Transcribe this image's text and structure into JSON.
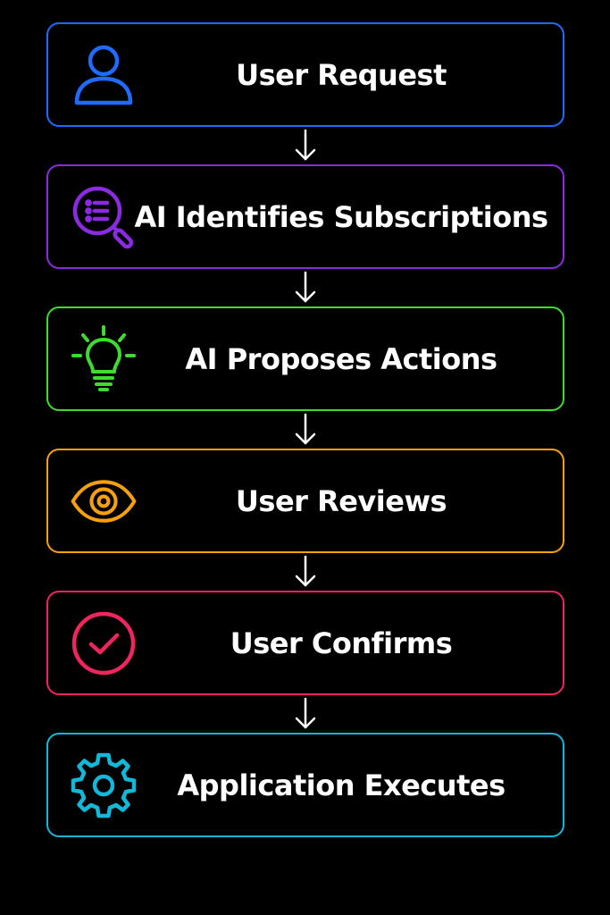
{
  "steps": [
    {
      "label": "User Request",
      "icon": "user-icon",
      "color": "#1f6bff"
    },
    {
      "label": "AI Identifies Subscriptions",
      "icon": "search-list-icon",
      "color": "#8a2be2"
    },
    {
      "label": "AI Proposes Actions",
      "icon": "lightbulb-icon",
      "color": "#3fdc2f"
    },
    {
      "label": "User Reviews",
      "icon": "eye-icon",
      "color": "#f5a10f"
    },
    {
      "label": "User Confirms",
      "icon": "check-circle-icon",
      "color": "#f0245e"
    },
    {
      "label": "Application Executes",
      "icon": "gear-icon",
      "color": "#12b8d8"
    }
  ],
  "arrow_color": "#ffffff"
}
